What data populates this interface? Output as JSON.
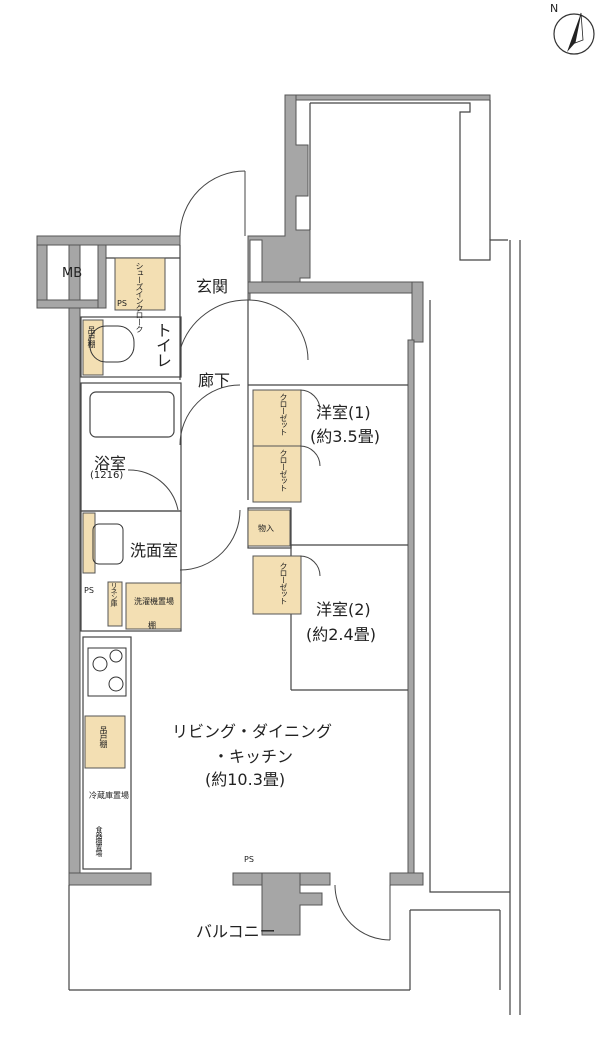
{
  "compass": {
    "label": "N",
    "icon": "north-arrow-icon"
  },
  "rooms": {
    "mb": "MB",
    "shoe_closet": "シューズインクローク",
    "ps_top": "PS",
    "entrance": "玄関",
    "toilet": "トイレ",
    "toilet_cabinet": "吊戸棚",
    "hallway": "廊下",
    "bath": "浴室",
    "bath_size": "(1216)",
    "washroom": "洗面室",
    "ps_wash": "PS",
    "linen": "リネン庫",
    "washer_space": "洗濯機置場",
    "washer_shelf": "棚",
    "western1": "洋室(1)",
    "western1_size": "(約3.5畳)",
    "closet1a": "クローゼット",
    "closet1b": "クローゼット",
    "storage": "物入",
    "western2": "洋室(2)",
    "western2_size": "(約2.4畳)",
    "closet2": "クローゼット",
    "ldk_line1": "リビング・ダイニング",
    "ldk_line2": "・キッチン",
    "ldk_size": "(約10.3畳)",
    "kitchen_cabinet": "吊戸棚",
    "fridge": "冷蔵庫置場",
    "cupboard": "食器棚置場",
    "ps_bottom": "PS",
    "balcony": "バルコニー"
  },
  "colors": {
    "wall": "#a6a6a6",
    "wall_stroke": "#555555",
    "closet_fill": "#f3dfb3",
    "line": "#444444"
  }
}
